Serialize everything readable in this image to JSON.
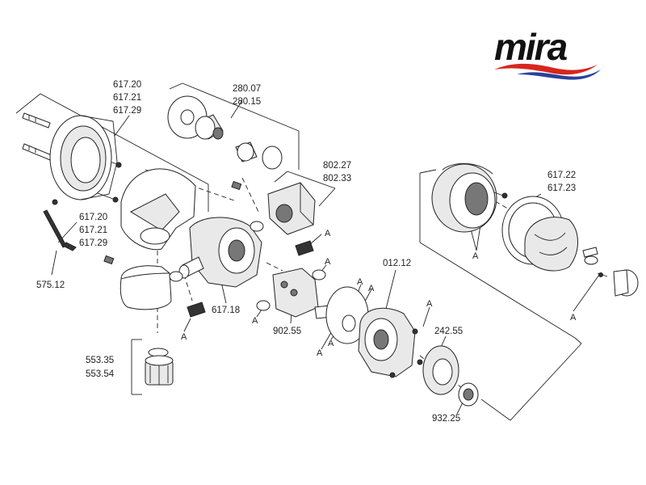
{
  "logo": {
    "text": "mira",
    "wave_colors": [
      "#d7261e",
      "#27439b"
    ]
  },
  "labels": {
    "l61720a": "617.20",
    "l61721a": "617.21",
    "l61729a": "617.29",
    "l28007": "280.07",
    "l28015": "280.15",
    "l80227": "802.27",
    "l80233": "802.33",
    "l61722": "617.22",
    "l61723": "617.23",
    "l61720b": "617.20",
    "l61721b": "617.21",
    "l61729b": "617.29",
    "l57512": "575.12",
    "l61718": "617.18",
    "l01212": "012.12",
    "l90255": "902.55",
    "l24255": "242.55",
    "l55335": "553.35",
    "l55354": "553.54",
    "l93225": "932.25"
  },
  "marker": "A"
}
